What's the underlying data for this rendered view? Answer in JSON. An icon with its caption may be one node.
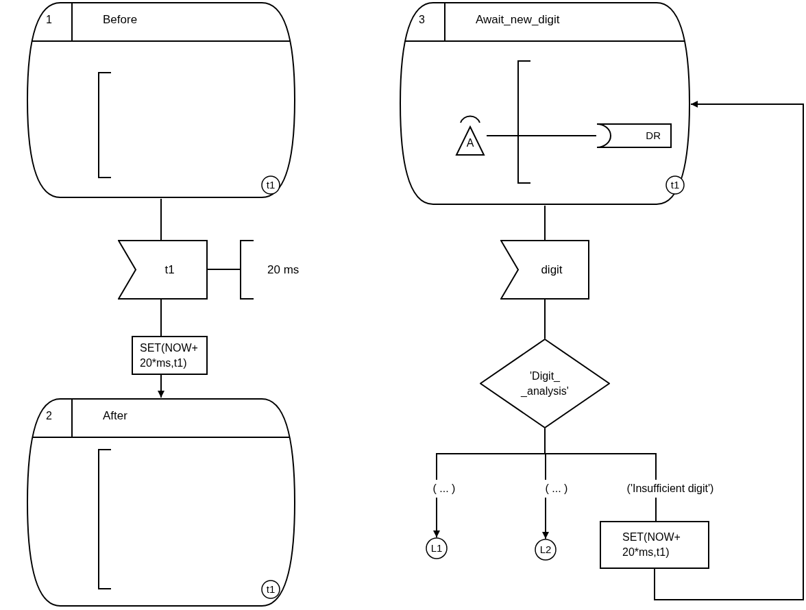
{
  "diagram": {
    "nodes": [
      {
        "text": [
          "1",
          "Before"
        ]
      },
      {
        "text": [
          "t1"
        ],
        "in": 0
      },
      {
        "text": [
          "t1"
        ]
      },
      {
        "text": [
          "20 ms"
        ]
      },
      {
        "text": [
          "SET(NOW+ 20*ms,t1)"
        ]
      },
      {
        "text": [
          "2",
          "After"
        ]
      },
      {
        "text": [
          "t1"
        ],
        "in": 5
      },
      {
        "text": [
          "3",
          "Await_new_digit"
        ]
      },
      {
        "text": [
          "A"
        ],
        "in": 7
      },
      {
        "text": [
          "DR"
        ],
        "in": 7
      },
      {
        "text": [
          "t1"
        ],
        "in": 7
      },
      {
        "text": [
          "digit"
        ]
      },
      {
        "text": [
          "'Digit_ _analysis'"
        ]
      },
      {
        "text": [
          "( ... )"
        ]
      },
      {
        "text": [
          "( ... )"
        ]
      },
      {
        "text": [
          "('Insufficient digit')"
        ]
      },
      {
        "text": [
          "L1"
        ]
      },
      {
        "text": [
          "L2"
        ]
      },
      {
        "text": [
          "SET(NOW+ 20*ms,t1)"
        ]
      }
    ],
    "edges": [
      {
        "from": 0,
        "to": 2,
        "arrow": "none"
      },
      {
        "from": 2,
        "to": 3,
        "arrow": "none"
      },
      {
        "from": 2,
        "to": 4,
        "arrow": "none"
      },
      {
        "from": 4,
        "to": 5,
        "arrow": "to"
      },
      {
        "from": 8,
        "to": 9,
        "arrow": "none"
      },
      {
        "from": 7,
        "to": 11,
        "arrow": "none"
      },
      {
        "from": 11,
        "to": 12,
        "arrow": "none"
      },
      {
        "from": 12,
        "to": 13,
        "arrow": "none"
      },
      {
        "from": 12,
        "to": 14,
        "arrow": "none"
      },
      {
        "from": 12,
        "to": 15,
        "arrow": "none"
      },
      {
        "from": 13,
        "to": 16,
        "arrow": "to"
      },
      {
        "from": 14,
        "to": 17,
        "arrow": "to"
      },
      {
        "from": 15,
        "to": 18,
        "arrow": "none"
      },
      {
        "from": 18,
        "to": 7,
        "arrow": "to"
      }
    ]
  }
}
